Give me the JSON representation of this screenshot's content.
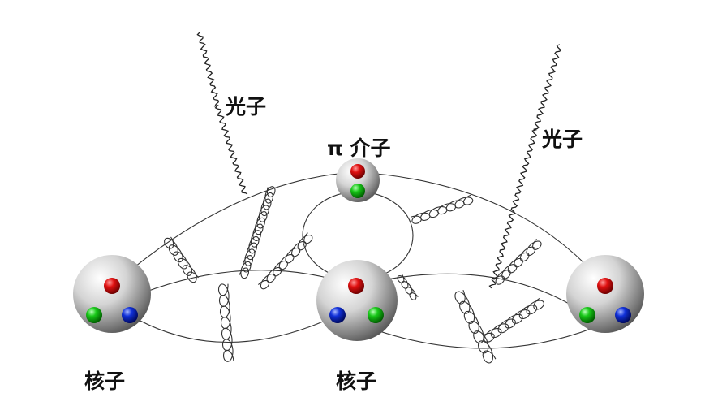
{
  "labels": {
    "photon": "光子",
    "pion": "π 介子",
    "nucleon": "核子"
  },
  "colors": {
    "quark_red": "#e01010",
    "quark_green": "#18c818",
    "quark_blue": "#1030d8",
    "nucleon_gray": "#c8c8c8",
    "line": "#333333"
  }
}
